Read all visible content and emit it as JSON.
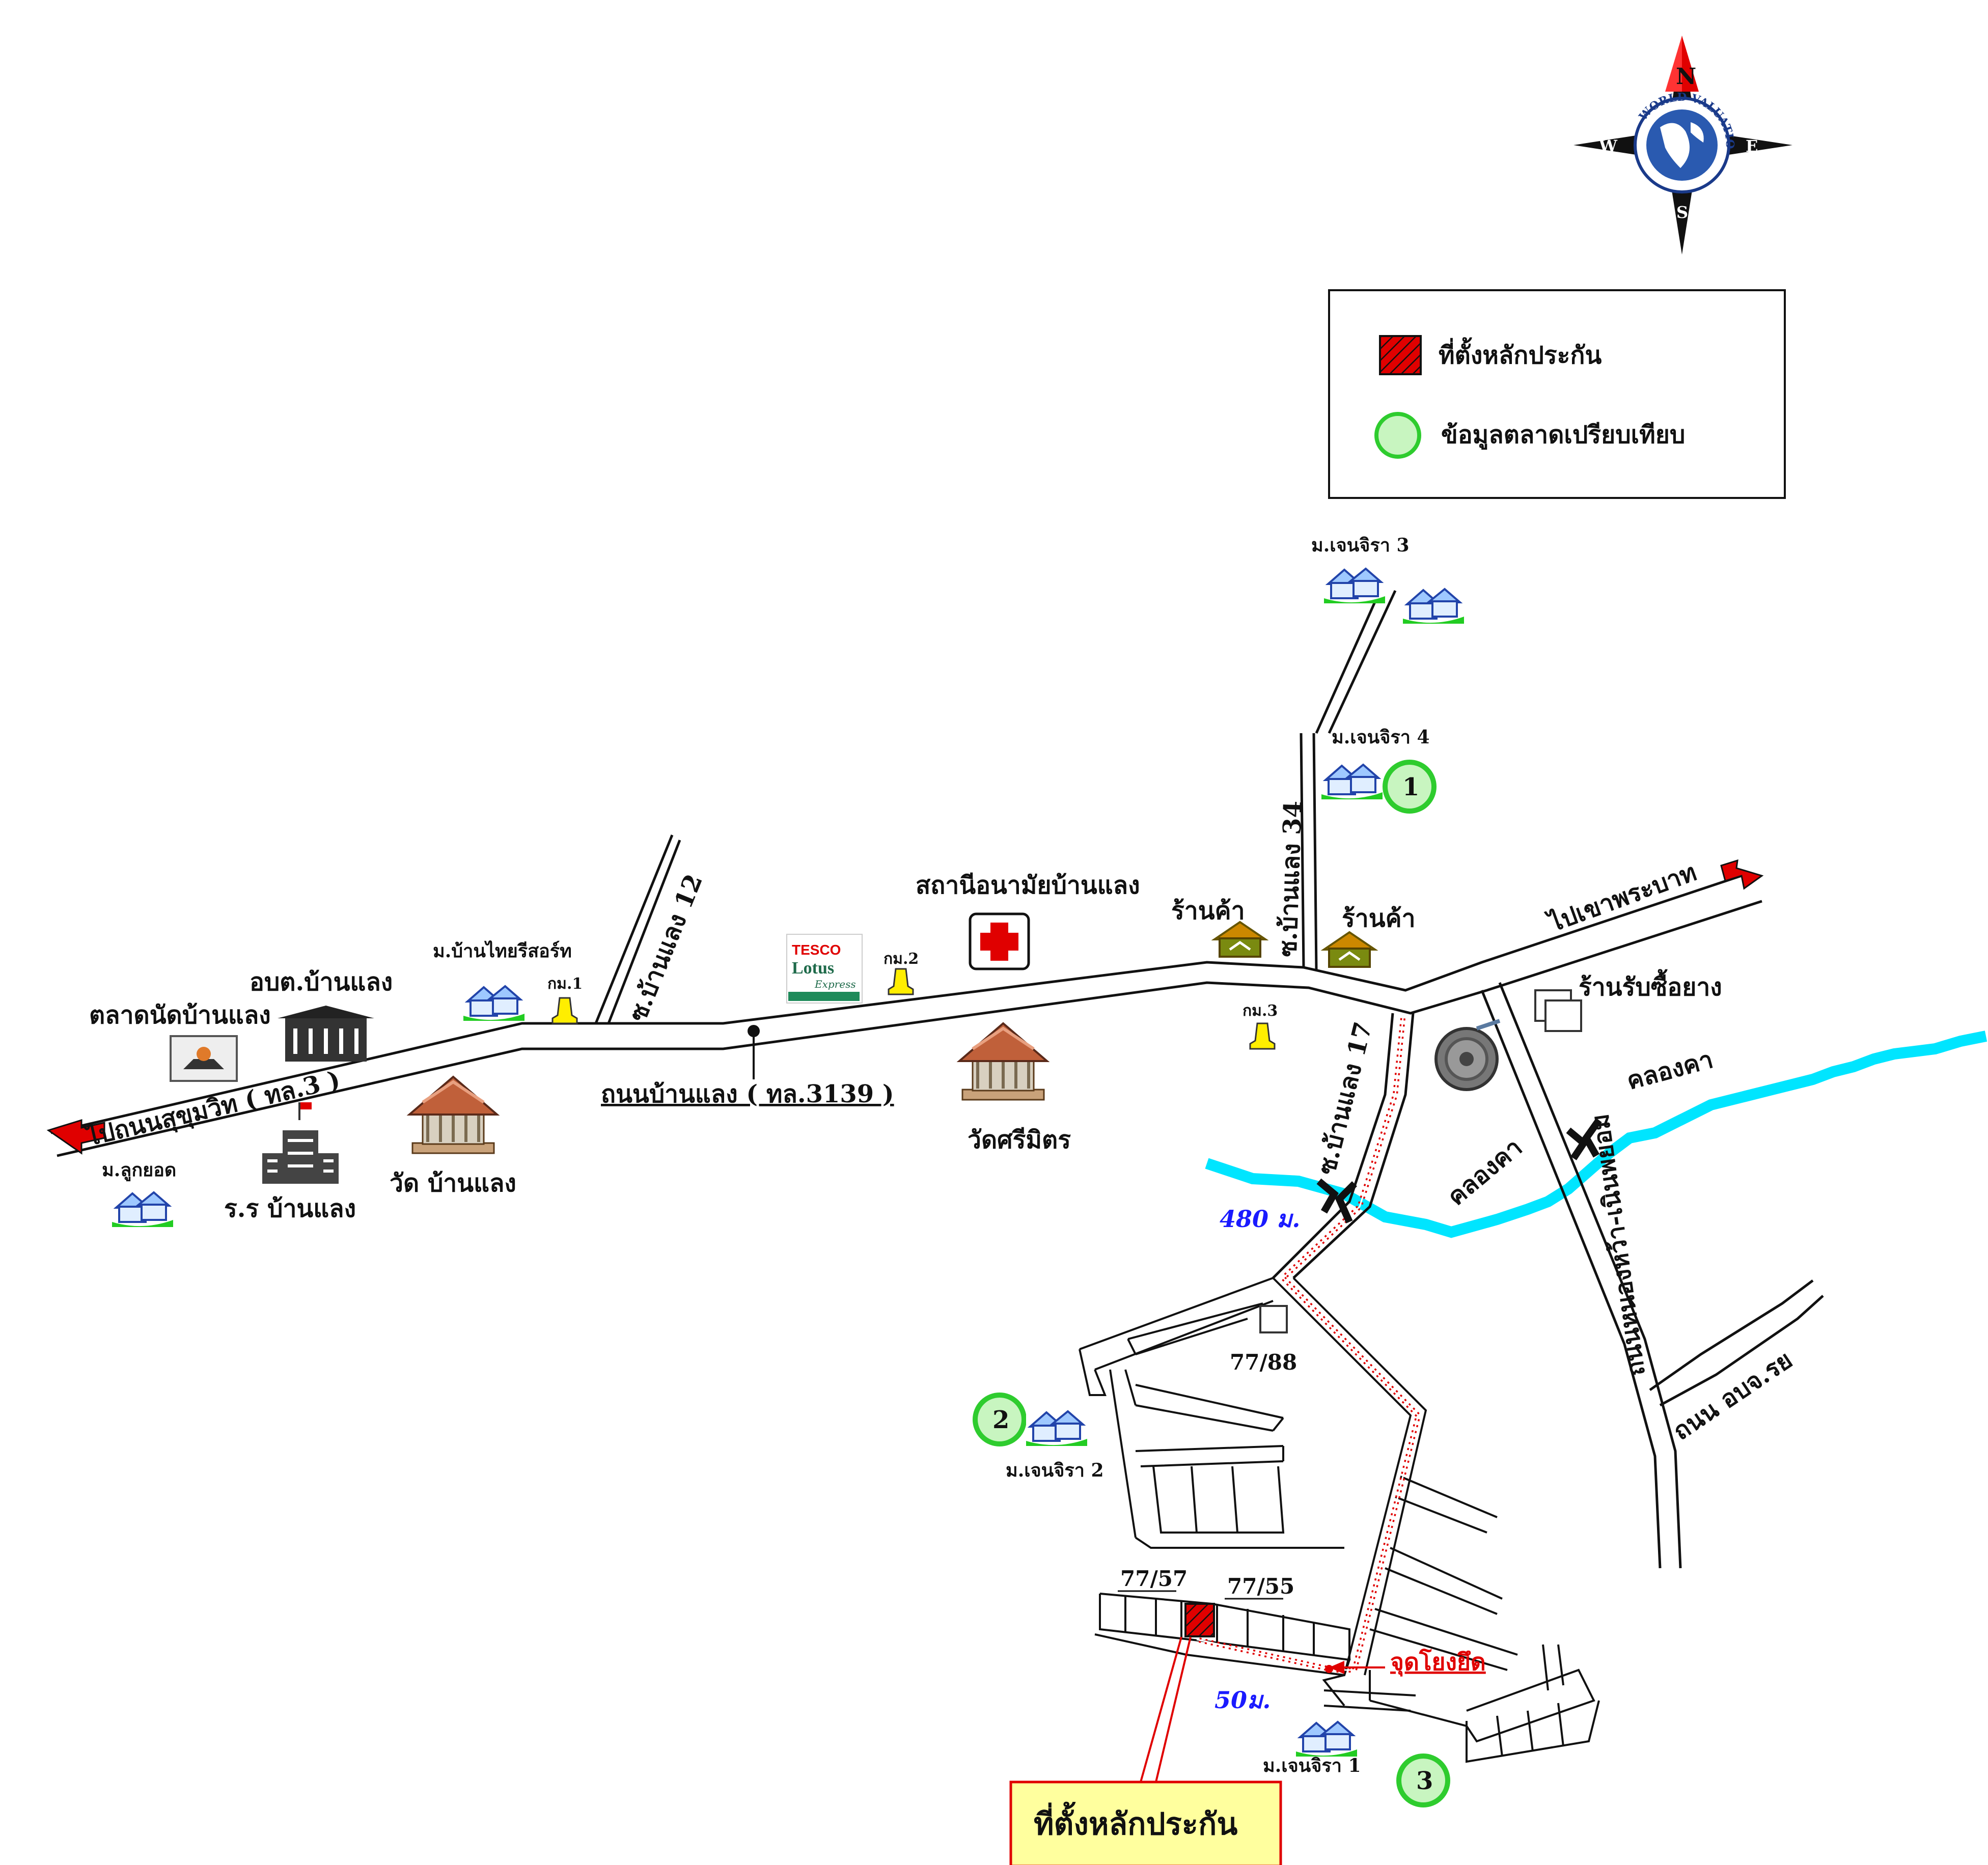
{
  "compass": {
    "n": "N",
    "e": "E",
    "s": "S",
    "w": "W",
    "ring": "WORLD VALUATION"
  },
  "legend": {
    "collateral": "ที่ตั้งหลักประกัน",
    "comparable": "ข้อมูลตลาดเปรียบเทียบ"
  },
  "roads": {
    "sukhumvit": "ไปถนนสุขุมวิท ( ทล.3 )",
    "ban_laeng": "ถนนบ้านแลง ( ทล.3139 )",
    "soi12": "ซ.บ้านแลง 12",
    "soi34": "ซ.บ้านแลง 34",
    "soi17": "ซ.บ้านแลง 17",
    "khao": "ไปเขาพระบาท",
    "right_v": "ถนนหนองหว้า-เนินพยอม",
    "abj": "ถนน อบจ.รย"
  },
  "places": {
    "market": "ตลาดนัดบ้านแลง",
    "sao": "อบต.บ้านแลง",
    "thai_resort": "ม.บ้านไทยรีสอร์ท",
    "km1": "กม.1",
    "km2": "กม.2",
    "km3": "กม.3",
    "health": "สถานีอนามัยบ้านแลง",
    "shop1": "ร้านค้า",
    "shop2": "ร้านค้า",
    "rubber": "ร้านรับซื้อยาง",
    "wat_ban": "วัด บ้านแลง",
    "wat_sri": "วัดศรีมิตร",
    "school": "ร.ร บ้านแลง",
    "luk_yot": "ม.ลูกยอด",
    "jen3": "ม.เจนจิรา 3",
    "jen4": "ม.เจนจิรา 4",
    "jen2": "ม.เจนจิรา 2",
    "jen1": "ม.เจนจิรา 1",
    "canal1": "คลองคา",
    "canal2": "คลองคา",
    "h7788": "77/88",
    "h7757": "77/57",
    "h7755": "77/55",
    "tesco1": "TESCO",
    "tesco2": "Lotus",
    "tesco3": "Express"
  },
  "markers": {
    "m1": "1",
    "m2": "2",
    "m3": "3"
  },
  "distances": {
    "d480": "480 ม.",
    "d50": "50ม.",
    "ref": "จุดโยงยึด"
  },
  "callout": "ที่ตั้งหลักประกัน",
  "colors": {
    "red": "#e00000",
    "green": "#2ecc2e",
    "marker_fill": "#c8f5c0",
    "river": "#00e5ff",
    "callout_bg": "#ffff9e",
    "blue_text": "#1a1aff"
  }
}
